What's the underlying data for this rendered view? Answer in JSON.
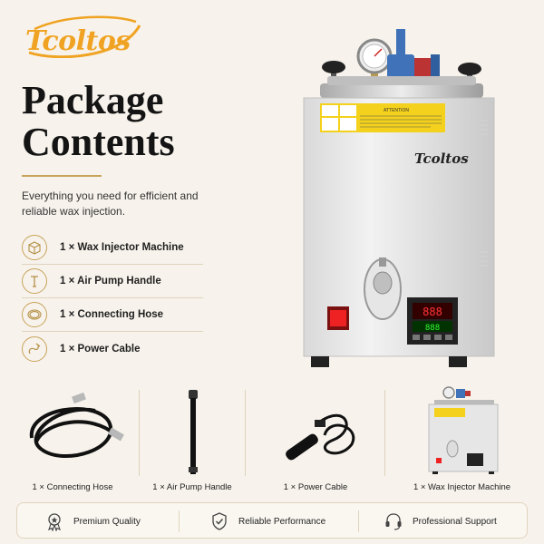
{
  "brand": {
    "logo_text": "Tcoltos"
  },
  "heading": {
    "line1": "Package",
    "line2": "Contents"
  },
  "subtitle": "Everything you need for efficient and reliable wax injection.",
  "contents": [
    {
      "label": "1 × Wax Injector Machine",
      "icon": "box-icon"
    },
    {
      "label": "1 × Air Pump Handle",
      "icon": "pump-icon"
    },
    {
      "label": "1 × Connecting Hose",
      "icon": "hose-icon"
    },
    {
      "label": "1 × Power Cable",
      "icon": "plug-icon"
    }
  ],
  "machine": {
    "brand_text": "Tcoltos",
    "warning_text": "ATTENTION"
  },
  "items": [
    {
      "label": "1 × Connecting Hose"
    },
    {
      "label": "1 × Air Pump Handle"
    },
    {
      "label": "1 × Power Cable"
    },
    {
      "label": "1 × Wax Injector Machine"
    }
  ],
  "features": [
    {
      "label": "Premium Quality",
      "icon": "medal-icon"
    },
    {
      "label": "Reliable Performance",
      "icon": "shield-check-icon"
    },
    {
      "label": "Professional Support",
      "icon": "headset-icon"
    }
  ],
  "colors": {
    "accent": "#c8a35a",
    "logo": "#f0a323",
    "background": "#f7f3ec"
  }
}
